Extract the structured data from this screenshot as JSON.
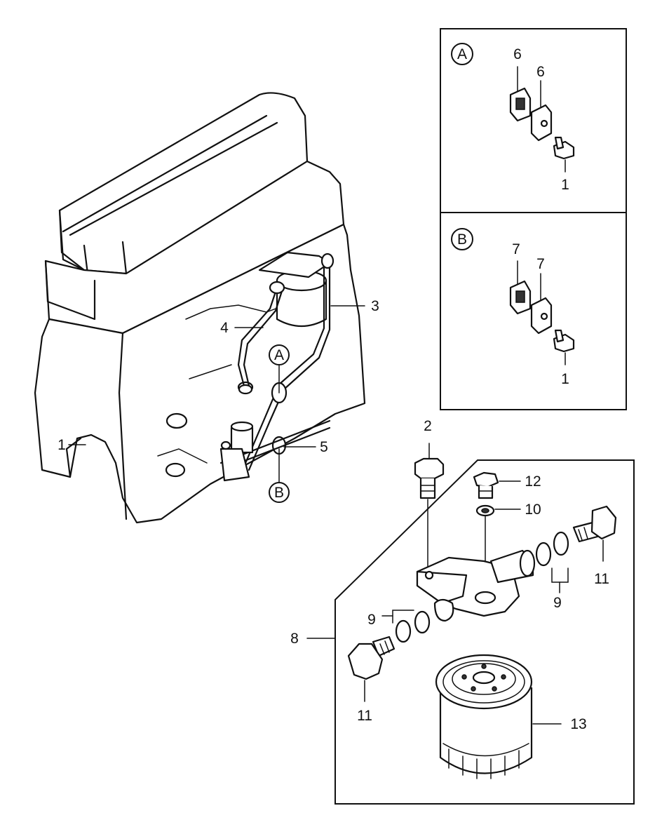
{
  "callouts": {
    "engine_1": "1",
    "tube_3": "3",
    "tube_4": "4",
    "clamp_5": "5",
    "bolt_2": "2",
    "plug_12": "12",
    "washer_10": "10",
    "bolt_11_right": "11",
    "gasket_9_right": "9",
    "gasket_9_left": "9",
    "assembly_8": "8",
    "bolt_11_left": "11",
    "filter_13": "13",
    "detail_a_clip_6_left": "6",
    "detail_a_clip_6_right": "6",
    "detail_a_bolt_1": "1",
    "detail_b_clip_7_left": "7",
    "detail_b_clip_7_right": "7",
    "detail_b_bolt_1": "1"
  },
  "markers": {
    "a_main": "A",
    "b_main": "B",
    "a_detail": "A",
    "b_detail": "B"
  }
}
